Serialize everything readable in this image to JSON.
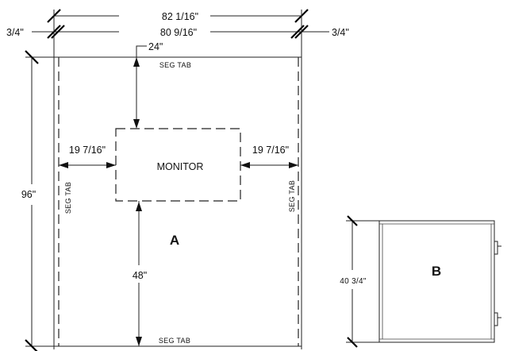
{
  "dimensions": {
    "outer_width": "82 1/16\"",
    "inner_width": "80 9/16\"",
    "side_left": "3/4\"",
    "side_right": "3/4\"",
    "top_offset": "24\"",
    "left_gap": "19 7/16\"",
    "right_gap": "19 7/16\"",
    "height": "96\"",
    "bottom_offset": "48\"",
    "b_height": "40 3/4\""
  },
  "labels": {
    "monitor": "MONITOR",
    "seg_tab_top": "SEG TAB",
    "seg_tab_bottom": "SEG TAB",
    "seg_tab_left": "SEG TAB",
    "seg_tab_right": "SEG TAB",
    "panel_a": "A",
    "panel_b": "B"
  }
}
